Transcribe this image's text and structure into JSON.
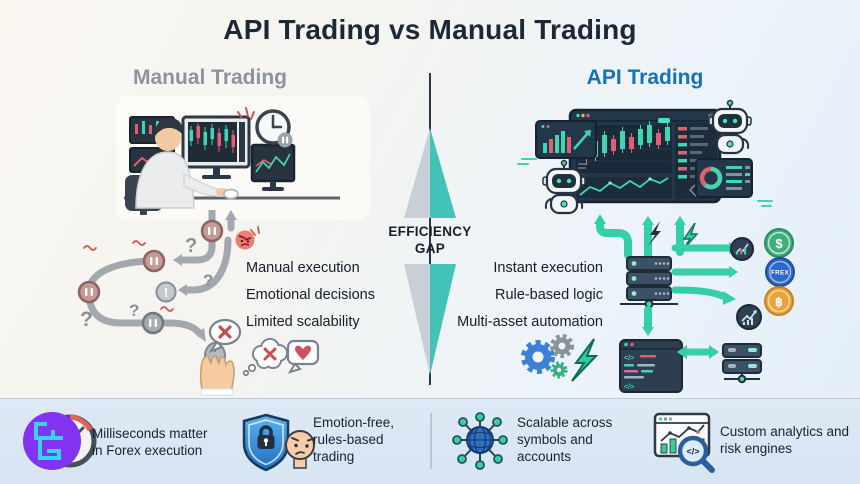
{
  "title": "API Trading vs Manual Trading",
  "efficiency_gap": {
    "line1": "EFFICIENCY",
    "line2": "GAP"
  },
  "manual": {
    "heading": "Manual Trading",
    "points": [
      "Manual execution",
      "Emotional decisions",
      "Limited scalability"
    ]
  },
  "api": {
    "heading": "API Trading",
    "points": [
      "Instant execution",
      "Rule-based logic",
      "Multi-asset automation"
    ]
  },
  "assets": {
    "dollar": "$",
    "forex": "FREX",
    "bitcoin": "฿"
  },
  "glyphs": {
    "question": "?",
    "exclamation": "!",
    "code_tag": "</>"
  },
  "footer": {
    "items": [
      {
        "icon": "latency-gauge-logo",
        "text": "Milliseconds matter in Forex execution"
      },
      {
        "icon": "shield-lock-face",
        "text": "Emotion-free, rules-based trading"
      },
      {
        "icon": "globe-network",
        "text": "Scalable across symbols and accounts"
      },
      {
        "icon": "analytics-magnifier-window",
        "text": "Custom analytics and risk engines"
      }
    ]
  },
  "colors": {
    "accent_teal": "#35d1ab",
    "api_blue": "#1471c0",
    "manual_gray": "#8d939c",
    "title_navy": "#1c2836",
    "alert_red": "#e05c6a",
    "brand_purple": "#8133f1",
    "brand_cyan": "#35d5f2"
  }
}
